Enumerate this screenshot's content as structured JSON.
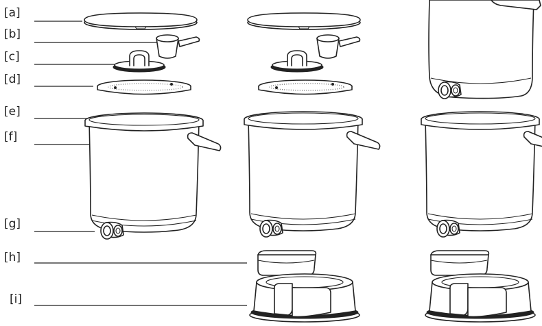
{
  "labels": [
    {
      "id": "a",
      "text": "[a]"
    },
    {
      "id": "b",
      "text": "[b]"
    },
    {
      "id": "c",
      "text": "[c]"
    },
    {
      "id": "d",
      "text": "[d]"
    },
    {
      "id": "e",
      "text": "[e]"
    },
    {
      "id": "f",
      "text": "[f]"
    },
    {
      "id": "g",
      "text": "[g]"
    },
    {
      "id": "h",
      "text": "[h]"
    },
    {
      "id": "i",
      "text": "[i]"
    }
  ],
  "colors": {
    "ink": "#222222",
    "background": "#ffffff",
    "filter_dots": "#777777"
  },
  "icons": [
    "lid",
    "scoop",
    "weight-disc",
    "filter-plate",
    "bucket",
    "handle",
    "tap",
    "water-container",
    "stand"
  ]
}
